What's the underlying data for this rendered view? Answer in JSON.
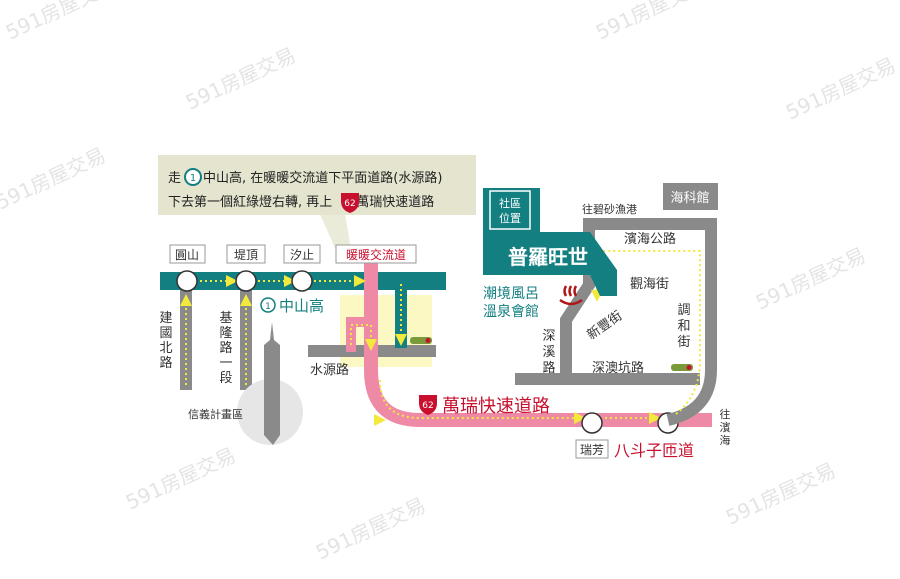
{
  "watermark": "591房屋交易",
  "callout": {
    "line1_pre": "走",
    "line1_post": "中山高, 在暖暖交流道下平面道路(水源路)",
    "line2_pre": "下去第一個紅綠燈右轉, 再上",
    "line2_post": "萬瑞快速道路"
  },
  "shields": {
    "zhongshan": "1",
    "wanrui": "62"
  },
  "stations": {
    "yuanshan": "圓山",
    "dingti": "堤頂",
    "xizhi": "汐止",
    "nuannuan": "暖暖交流道",
    "ruifang": "瑞芳",
    "badouzi": "八斗子匝道"
  },
  "roads": {
    "zhongshan": "中山高",
    "jianguo": [
      "建",
      "國",
      "北",
      "路"
    ],
    "keelung": [
      "基",
      "隆",
      "路",
      "一",
      "段"
    ],
    "shuiyuan": "水源路",
    "wanrui": "萬瑞快速道路",
    "binhai": "濱海公路",
    "guanhai": "觀海街",
    "tiaohe": [
      "調",
      "和",
      "街"
    ],
    "xinfeng": "新豐街",
    "shenxi": [
      "深",
      "溪",
      "路"
    ],
    "shenaokeng": "深澳坑路",
    "to_bisha": "往碧砂漁港",
    "to_binhai": [
      "往",
      "濱",
      "海"
    ]
  },
  "landmarks": {
    "xinyi": "信義計畫區",
    "museum": "海科館",
    "community_tag": [
      "社區",
      "位置"
    ],
    "project_name": "普羅旺世",
    "spa": [
      "潮境風呂",
      "溫泉會館"
    ]
  },
  "colors": {
    "teal": "#137f80",
    "pink": "#ef8aa6",
    "gray": "#8a8a8a",
    "red": "#c8102e",
    "yellow": "#f2e93c"
  }
}
